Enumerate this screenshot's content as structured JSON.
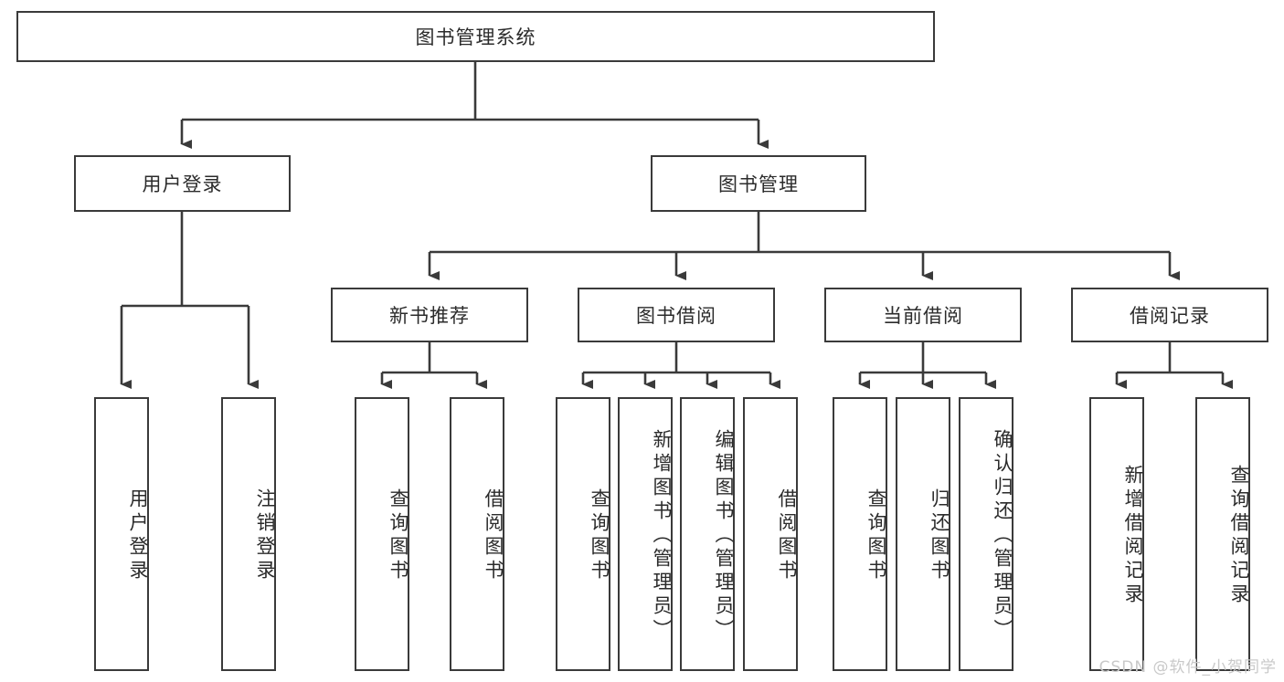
{
  "diagram": {
    "title": "图书管理系统",
    "type": "hierarchy-tree",
    "watermark": "CSDN @软件_小贺同学",
    "colors": {
      "box_border": "#3a3a3a",
      "box_fill": "#ffffff",
      "connector": "#3a3a3a",
      "text": "#2b2b2b",
      "watermark": "#c9c9c9",
      "background": "#ffffff"
    },
    "root": {
      "label": "图书管理系统"
    },
    "level2": [
      {
        "id": "user-login",
        "label": "用户登录"
      },
      {
        "id": "book-management",
        "label": "图书管理"
      }
    ],
    "level3": [
      {
        "id": "new-book-recommend",
        "label": "新书推荐",
        "parent": "book-management"
      },
      {
        "id": "book-borrow",
        "label": "图书借阅",
        "parent": "book-management"
      },
      {
        "id": "current-borrow",
        "label": "当前借阅",
        "parent": "book-management"
      },
      {
        "id": "borrow-record",
        "label": "借阅记录",
        "parent": "book-management"
      }
    ],
    "leaves": [
      {
        "id": "leaf-user-login",
        "label": "用户登录",
        "parent": "user-login"
      },
      {
        "id": "leaf-logout-login",
        "label": "注销登录",
        "parent": "user-login"
      },
      {
        "id": "leaf-query-book-1",
        "label": "查询图书",
        "parent": "new-book-recommend"
      },
      {
        "id": "leaf-borrow-book-1",
        "label": "借阅图书",
        "parent": "new-book-recommend"
      },
      {
        "id": "leaf-query-book-2",
        "label": "查询图书",
        "parent": "book-borrow"
      },
      {
        "id": "leaf-add-book",
        "label": "新增图书（管理员）",
        "parent": "book-borrow"
      },
      {
        "id": "leaf-edit-book",
        "label": "编辑图书（管理员）",
        "parent": "book-borrow"
      },
      {
        "id": "leaf-borrow-book-2",
        "label": "借阅图书",
        "parent": "book-borrow"
      },
      {
        "id": "leaf-query-book-3",
        "label": "查询图书",
        "parent": "current-borrow"
      },
      {
        "id": "leaf-return-book",
        "label": "归还图书",
        "parent": "current-borrow"
      },
      {
        "id": "leaf-confirm-return",
        "label": "确认归还（管理员）",
        "parent": "current-borrow"
      },
      {
        "id": "leaf-add-record",
        "label": "新增借阅记录",
        "parent": "borrow-record"
      },
      {
        "id": "leaf-query-record",
        "label": "查询借阅记录",
        "parent": "borrow-record"
      }
    ]
  }
}
